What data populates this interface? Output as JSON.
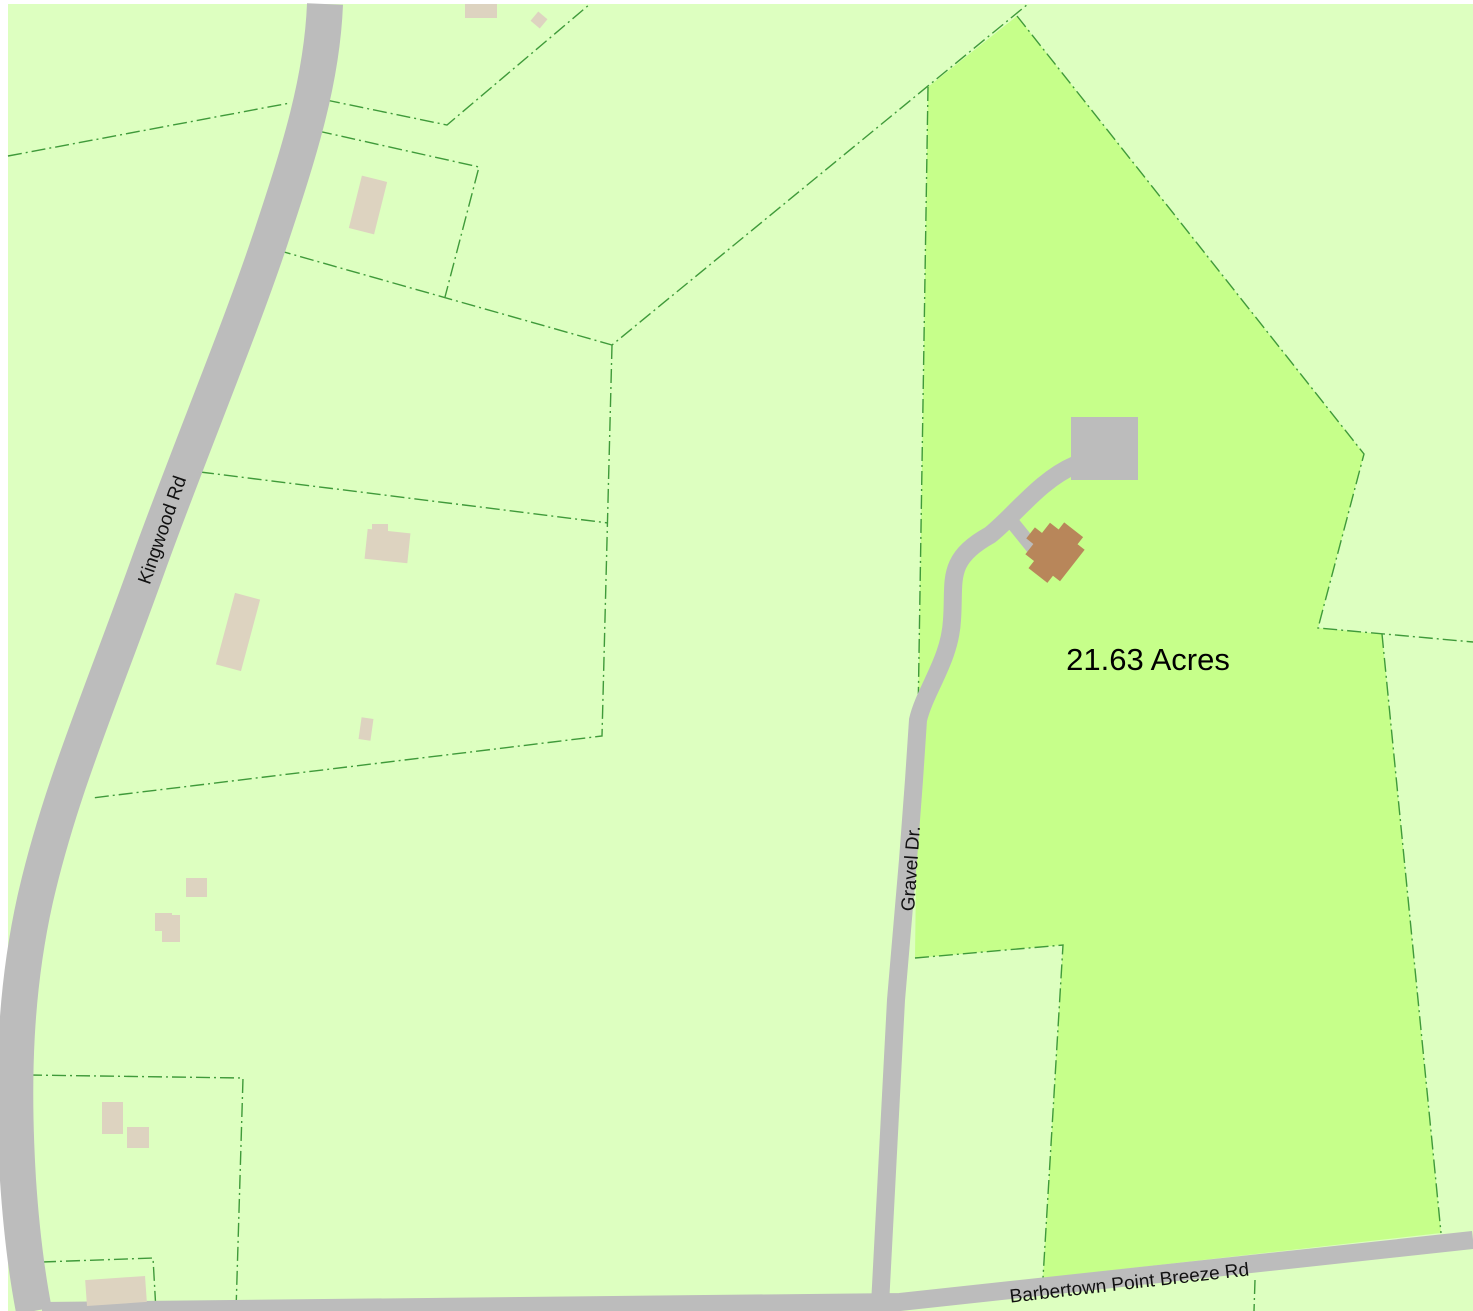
{
  "map": {
    "colors": {
      "background_parcel": "#ddffc0",
      "highlighted_parcel": "#c6ff8a",
      "road": "#bcbcbc",
      "parcel_boundary": "#3f9a3a",
      "building": "#ddd3c0",
      "highlighted_building": "#b8865a"
    },
    "highlighted_parcel_area": "21.63 Acres",
    "road_labels": {
      "kingwood": "Kingwood Rd",
      "gravel": "Gravel Dr.",
      "barbertown": "Barbertown Point Breeze Rd"
    }
  }
}
